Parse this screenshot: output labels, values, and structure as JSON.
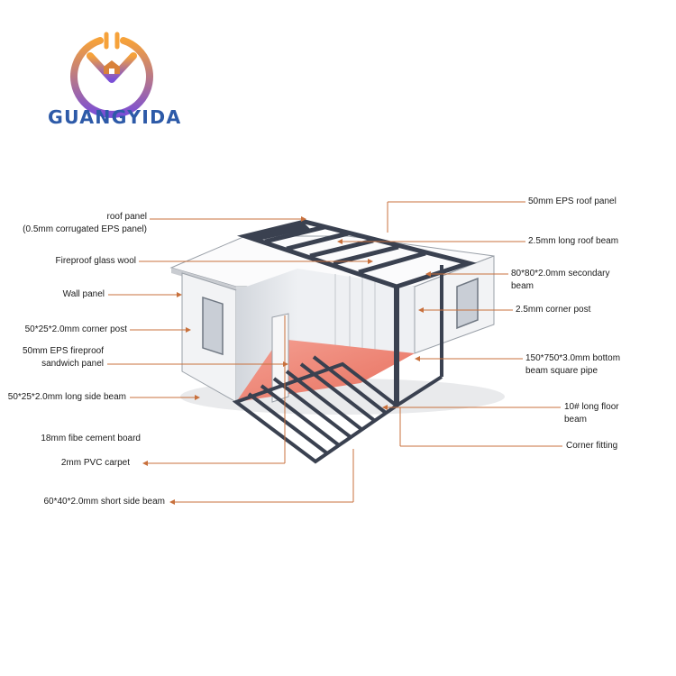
{
  "brand": {
    "name": "GUANGYIDA",
    "colors": {
      "text": "#2d5aa8",
      "gradient_top": "#f6a23a",
      "gradient_bottom": "#7b4fd6"
    }
  },
  "diagram": {
    "colors": {
      "frame": "#3a4150",
      "leader": "#c8703c",
      "floor": "#f08a78",
      "wall": "#f2f3f5"
    },
    "left_labels": [
      {
        "id": "roof-panel",
        "lines": [
          "roof panel",
          "(0.5mm corrugated EPS panel)"
        ]
      },
      {
        "id": "fireproof-glass-wool",
        "lines": [
          "Fireproof glass wool"
        ]
      },
      {
        "id": "wall-panel",
        "lines": [
          "Wall panel"
        ]
      },
      {
        "id": "corner-post-left",
        "lines": [
          "50*25*2.0mm corner post"
        ]
      },
      {
        "id": "eps-sandwich-panel",
        "lines": [
          "50mm EPS  fireproof",
          "sandwich panel"
        ]
      },
      {
        "id": "long-side-beam",
        "lines": [
          "50*25*2.0mm long side beam"
        ]
      },
      {
        "id": "fibe-cement-board",
        "lines": [
          "18mm fibe cement board"
        ]
      },
      {
        "id": "pvc-carpet",
        "lines": [
          "2mm PVC carpet"
        ]
      },
      {
        "id": "short-side-beam",
        "lines": [
          "60*40*2.0mm short side beam"
        ]
      }
    ],
    "right_labels": [
      {
        "id": "eps-roof-panel",
        "lines": [
          "50mm EPS roof panel"
        ]
      },
      {
        "id": "long-roof-beam",
        "lines": [
          "2.5mm long roof beam"
        ]
      },
      {
        "id": "secondary-beam",
        "lines": [
          "80*80*2.0mm secondary",
          "beam"
        ]
      },
      {
        "id": "corner-post-right",
        "lines": [
          "2.5mm corner post"
        ]
      },
      {
        "id": "bottom-beam-square-pipe",
        "lines": [
          "150*750*3.0mm bottom",
          "beam square pipe"
        ]
      },
      {
        "id": "long-floor-beam",
        "lines": [
          "10# long floor",
          "beam"
        ]
      },
      {
        "id": "corner-fitting",
        "lines": [
          "Corner fitting"
        ]
      }
    ]
  }
}
